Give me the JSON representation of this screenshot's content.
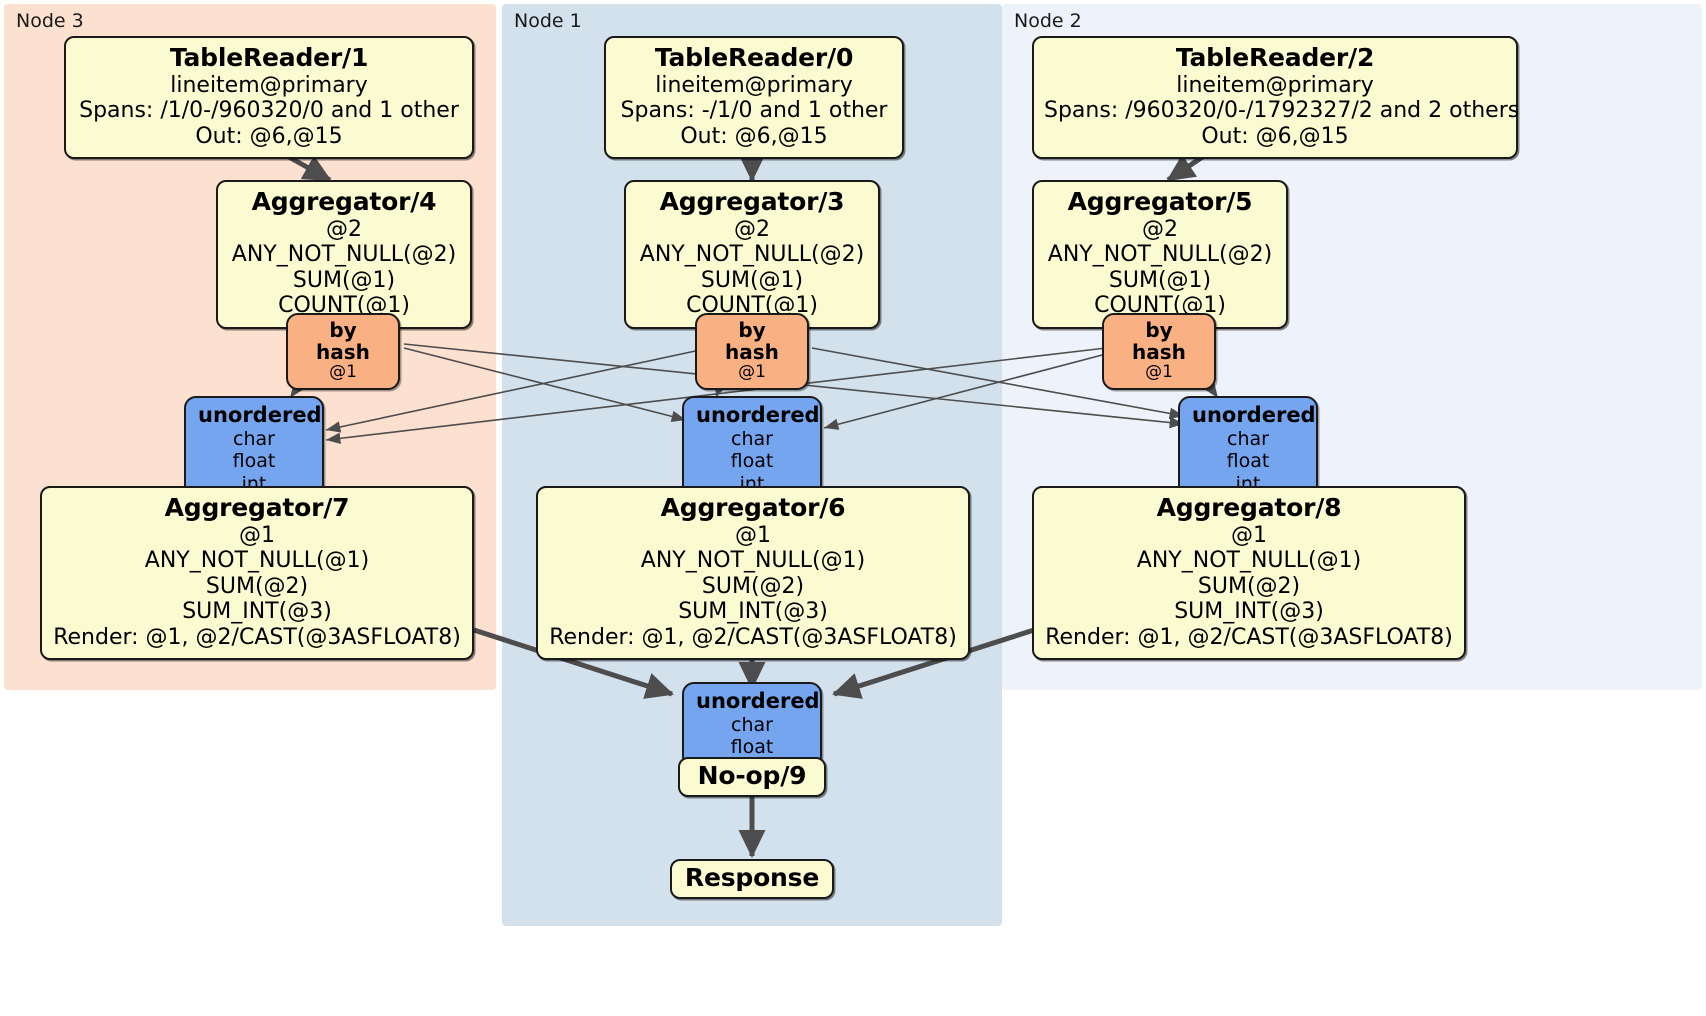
{
  "diagram": {
    "type": "distributed-query-plan",
    "colors": {
      "node3_panel": "#fce0d0",
      "node1_panel": "#d2e1ec",
      "node2_panel": "#eef2fa",
      "processor_fill": "#fbfbd2",
      "synthesizer_fill": "#f9b183",
      "router_fill": "#76a5f0",
      "edge": "#4d4d4d",
      "border": "#1a1a1a"
    }
  },
  "panels": [
    {
      "id": "node3",
      "label": "Node 3"
    },
    {
      "id": "node1",
      "label": "Node 1"
    },
    {
      "id": "node2",
      "label": "Node 2"
    }
  ],
  "nodes": {
    "table_reader_1": {
      "title": "TableReader/1",
      "lines": [
        "lineitem@primary",
        "Spans: /1/0-/960320/0 and 1 other",
        "Out: @6,@15"
      ]
    },
    "table_reader_0": {
      "title": "TableReader/0",
      "lines": [
        "lineitem@primary",
        "Spans: -/1/0 and 1 other",
        "Out: @6,@15"
      ]
    },
    "table_reader_2": {
      "title": "TableReader/2",
      "lines": [
        "lineitem@primary",
        "Spans: /960320/0-/1792327/2 and 2 others",
        "Out: @6,@15"
      ]
    },
    "aggregator_4": {
      "title": "Aggregator/4",
      "lines": [
        "@2",
        "ANY_NOT_NULL(@2)",
        "SUM(@1)",
        "COUNT(@1)"
      ]
    },
    "aggregator_3": {
      "title": "Aggregator/3",
      "lines": [
        "@2",
        "ANY_NOT_NULL(@2)",
        "SUM(@1)",
        "COUNT(@1)"
      ]
    },
    "aggregator_5": {
      "title": "Aggregator/5",
      "lines": [
        "@2",
        "ANY_NOT_NULL(@2)",
        "SUM(@1)",
        "COUNT(@1)"
      ]
    },
    "by_hash_left": {
      "title": "by hash",
      "lines": [
        "@1"
      ]
    },
    "by_hash_mid": {
      "title": "by hash",
      "lines": [
        "@1"
      ]
    },
    "by_hash_right": {
      "title": "by hash",
      "lines": [
        "@1"
      ]
    },
    "unordered_left": {
      "title": "unordered",
      "lines": [
        "char",
        "float",
        "int"
      ]
    },
    "unordered_mid": {
      "title": "unordered",
      "lines": [
        "char",
        "float",
        "int"
      ]
    },
    "unordered_right": {
      "title": "unordered",
      "lines": [
        "char",
        "float",
        "int"
      ]
    },
    "aggregator_7": {
      "title": "Aggregator/7",
      "lines": [
        "@1",
        "ANY_NOT_NULL(@1)",
        "SUM(@2)",
        "SUM_INT(@3)",
        "Render: @1, @2/CAST(@3ASFLOAT8)"
      ]
    },
    "aggregator_6": {
      "title": "Aggregator/6",
      "lines": [
        "@1",
        "ANY_NOT_NULL(@1)",
        "SUM(@2)",
        "SUM_INT(@3)",
        "Render: @1, @2/CAST(@3ASFLOAT8)"
      ]
    },
    "aggregator_8": {
      "title": "Aggregator/8",
      "lines": [
        "@1",
        "ANY_NOT_NULL(@1)",
        "SUM(@2)",
        "SUM_INT(@3)",
        "Render: @1, @2/CAST(@3ASFLOAT8)"
      ]
    },
    "unordered_final": {
      "title": "unordered",
      "lines": [
        "char",
        "float"
      ]
    },
    "noop_9": {
      "title": "No-op/9"
    },
    "response": {
      "title": "Response"
    }
  }
}
